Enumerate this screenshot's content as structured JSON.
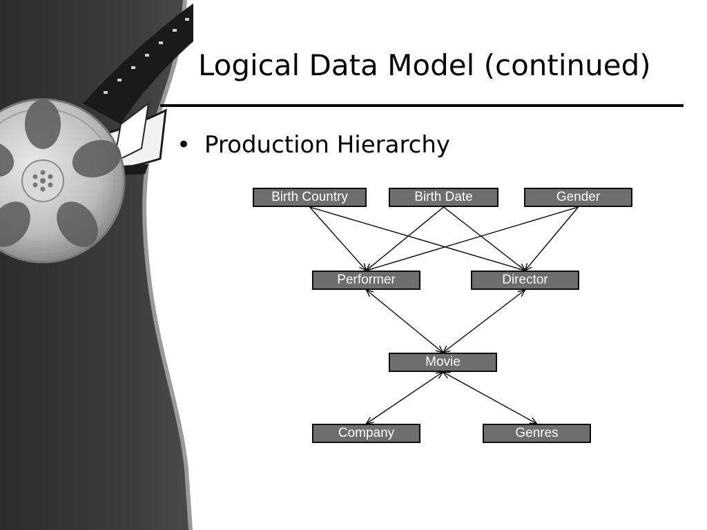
{
  "slide": {
    "title": "Logical Data Model (continued)",
    "bullet_symbol": "•",
    "bullet_text": "Production Hierarchy"
  },
  "diagram": {
    "nodes": {
      "birth_country": "Birth Country",
      "birth_date": "Birth Date",
      "gender": "Gender",
      "performer": "Performer",
      "director": "Director",
      "movie": "Movie",
      "company": "Company",
      "genres": "Genres"
    },
    "edges": [
      {
        "from": "birth_country",
        "to": "performer",
        "arrow": "end"
      },
      {
        "from": "birth_country",
        "to": "director",
        "arrow": "end"
      },
      {
        "from": "birth_date",
        "to": "performer",
        "arrow": "end"
      },
      {
        "from": "birth_date",
        "to": "director",
        "arrow": "end"
      },
      {
        "from": "gender",
        "to": "performer",
        "arrow": "end"
      },
      {
        "from": "gender",
        "to": "director",
        "arrow": "end"
      },
      {
        "from": "performer",
        "to": "movie",
        "arrow": "both"
      },
      {
        "from": "director",
        "to": "movie",
        "arrow": "both"
      },
      {
        "from": "movie",
        "to": "company",
        "arrow": "both"
      },
      {
        "from": "movie",
        "to": "genres",
        "arrow": "both"
      }
    ]
  },
  "colors": {
    "node_fill": "#6e6e6e",
    "node_border": "#0b0b0b",
    "node_text": "#ffffff",
    "edge": "#000000",
    "left_panel": "#3c3c3c"
  }
}
